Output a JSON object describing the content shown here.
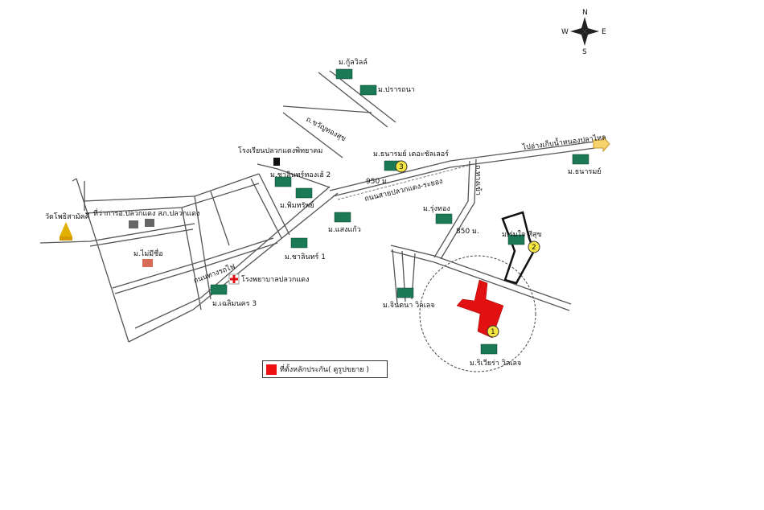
{
  "compass": {
    "n": "N",
    "s": "S",
    "e": "E",
    "w": "W"
  },
  "labels": {
    "moo_kulwil": "ม.กู้ลวิลล์",
    "moo_prannapa": "ม.ปรารถนา",
    "road_khunthong": "ถ.ขวัญทองสุข",
    "school": "โรงเรียนปลวกแดงพิทยาคม",
    "moo_thanarun_chalet": "ม.ธนารมย์ เดอะชัลเลอร์",
    "to_pattaya": "ไปอ่างเก็บน้ำหนองปลาไหล",
    "moo_thanarun": "ม.ธนารมย์",
    "moo_chalernkrung": "ม.ชาลินทร์ทองเฮ้ 2",
    "moo_phithak": "ม.พิมทรัพย์",
    "dist_950": "950 ม.",
    "road_main": "ถนนสายปลวกแดง-ระยอง",
    "wat": "วัดโพธิสามัคคี",
    "district_office": "ที่ว่าการอ.ปลวกแดง  สภ.ปลวกแดง",
    "moo_rungthong": "ม.รุ่งทอง",
    "moo_saengkaew": "ม.แสงแก้ว",
    "road_soi": "ถ.ทางเข้า",
    "dist_850": "850 ม.",
    "moo_mai_mi_chue": "ม.ไม่มีชื่อ",
    "moo_chonbot": "ม.ชาลินทร์ 1",
    "moo_roomjai": "ม.ร่มใจ ทีสุข",
    "hospital": "โรงพยาบาลปลวกแดง",
    "moo_chalermnakorn": "ม.เฉลิมนคร 3",
    "moo_jintana": "ม.จินตนา วิลเลจ",
    "moo_riviera": "ม.ริเวียร่า วิลเลจ",
    "road_side": "ถนนทางรถไฟ",
    "marker_1": "1",
    "marker_2": "2",
    "marker_3": "3"
  },
  "legend": {
    "text": "ที่ตั้งหลักประกัน( ดูรูปขยาย )"
  },
  "colors": {
    "collateral": "#e11111",
    "marker": "#f5e642",
    "arrow": "#f6d36b",
    "house": "#1b7a55"
  },
  "icons": {
    "house": "house-icon",
    "temple": "temple-icon",
    "hospital": "hospital-cross-icon",
    "compass": "compass-icon"
  }
}
